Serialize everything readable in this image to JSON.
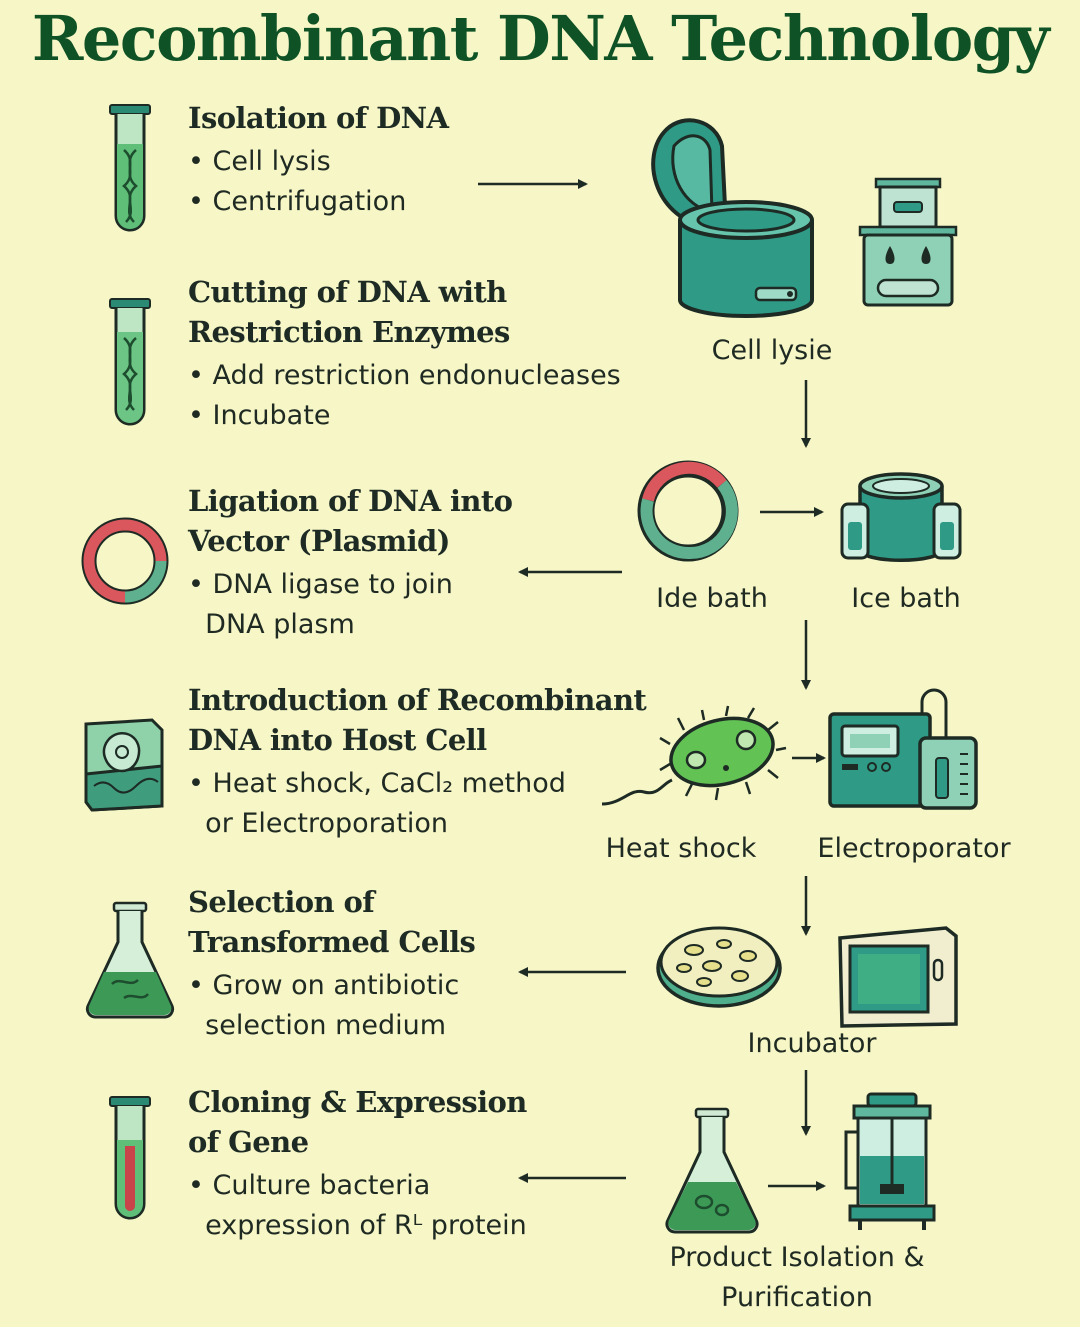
{
  "title": "Recombinant DNA Technology",
  "steps": [
    {
      "heading_lines": [
        "Isolation of DNA"
      ],
      "bullets": [
        "Cell lysis",
        "Centrifugation"
      ]
    },
    {
      "heading_lines": [
        "Cutting of DNA with",
        "Restriction Enzymes"
      ],
      "bullets": [
        "Add restriction endonucleases",
        "Incubate"
      ]
    },
    {
      "heading_lines": [
        "Ligation of DNA into",
        "Vector (Plasmid)"
      ],
      "bullets": [
        "DNA ligase to join",
        "DNA plasm"
      ]
    },
    {
      "heading_lines": [
        "Introduction of Recombinant",
        "DNA into Host Cell"
      ],
      "bullets": [
        "Heat shock, CaCl₂ method",
        "or Electroporation"
      ]
    },
    {
      "heading_lines": [
        "Selection of",
        "Transformed Cells"
      ],
      "bullets": [
        "Grow on antibiotic",
        "selection medium"
      ]
    },
    {
      "heading_lines": [
        "Cloning & Expression",
        "of Gene"
      ],
      "bullets": [
        "Culture bacteria",
        "expression of Rᴸ protein"
      ]
    }
  ],
  "equipment_labels": {
    "cell_lysis": "Cell lysie",
    "ide_bath": "Ide bath",
    "ice_bath": "Ice bath",
    "heat_shock": "Heat shock",
    "electroporator": "Electroporator",
    "incubator": "Incubator",
    "product_isolation_line1": "Product Isolation &",
    "product_isolation_line2": "Purification"
  },
  "colors": {
    "background": "#f7f6c7",
    "title": "#0f5226",
    "teal": "#2f9a86",
    "green": "#3fa35a",
    "red": "#d9575d",
    "dark": "#1d2b24"
  }
}
